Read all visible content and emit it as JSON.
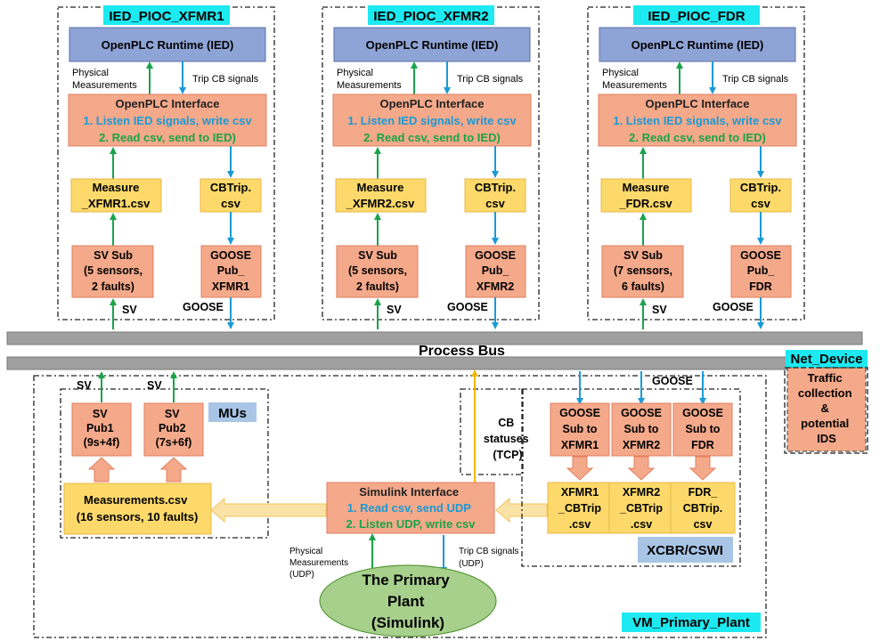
{
  "colors": {
    "blue_box": "#8fa4d6",
    "salmon_box": "#f4a98a",
    "yellow_box": "#fcd96a",
    "cyan_tag": "#1de9f0",
    "lightblue_tag": "#a8c5e6",
    "green_arrow": "#1aa34a",
    "blue_arrow": "#1a9ad6",
    "bus_gray": "#a0a0a0",
    "plant_green": "#a8d08d",
    "text_blue": "#1a9ad6",
    "text_green": "#1aa34a"
  },
  "ieds": [
    {
      "tag": "IED_PIOC_XFMR1",
      "runtime": "OpenPLC Runtime (IED)",
      "phys_label": [
        "Physical",
        "Measurements"
      ],
      "trip_label": "Trip CB signals",
      "interface_title": "OpenPLC Interface",
      "interface_line1": "1. Listen IED signals, write csv",
      "interface_line2": "2. Read csv, send to IED)",
      "measure": [
        "Measure",
        "_XFMR1.csv"
      ],
      "cbtrip": [
        "CBTrip.",
        "csv"
      ],
      "svsub": [
        "SV Sub",
        "(5 sensors,",
        "2 faults)"
      ],
      "goosepub": [
        "GOOSE",
        "Pub_",
        "XFMR1"
      ],
      "sv_label": "SV",
      "goose_label": "GOOSE"
    },
    {
      "tag": "IED_PIOC_XFMR2",
      "runtime": "OpenPLC Runtime (IED)",
      "phys_label": [
        "Physical",
        "Measurements"
      ],
      "trip_label": "Trip CB signals",
      "interface_title": "OpenPLC Interface",
      "interface_line1": "1. Listen IED signals, write csv",
      "interface_line2": "2. Read csv, send to IED)",
      "measure": [
        "Measure",
        "_XFMR2.csv"
      ],
      "cbtrip": [
        "CBTrip.",
        "csv"
      ],
      "svsub": [
        "SV Sub",
        "(5 sensors,",
        "2 faults)"
      ],
      "goosepub": [
        "GOOSE",
        "Pub_",
        "XFMR2"
      ],
      "sv_label": "SV",
      "goose_label": "GOOSE"
    },
    {
      "tag": "IED_PIOC_FDR",
      "runtime": "OpenPLC Runtime (IED)",
      "phys_label": [
        "Physical",
        "Measurements"
      ],
      "trip_label": "Trip CB signals",
      "interface_title": "OpenPLC Interface",
      "interface_line1": "1. Listen IED signals, write csv",
      "interface_line2": "2. Read csv, send to IED)",
      "measure": [
        "Measure",
        "_FDR.csv"
      ],
      "cbtrip": [
        "CBTrip.",
        "csv"
      ],
      "svsub": [
        "SV Sub",
        "(7 sensors,",
        "6 faults)"
      ],
      "goosepub": [
        "GOOSE",
        "Pub_",
        "FDR"
      ],
      "sv_label": "SV",
      "goose_label": "GOOSE"
    }
  ],
  "process_bus": "Process Bus",
  "net_device": {
    "tag": "Net_Device",
    "box": [
      "Traffic",
      "collection",
      "&",
      "potential",
      "IDS"
    ]
  },
  "mus": {
    "tag": "MUs",
    "sv_labels": [
      "SV",
      "SV"
    ],
    "pub1": [
      "SV",
      "Pub1",
      "(9s+4f)"
    ],
    "pub2": [
      "SV",
      "Pub2",
      "(7s+6f)"
    ],
    "measurements": [
      "Measurements.csv",
      "(16 sensors, 10 faults)"
    ]
  },
  "cb_status": [
    "CB",
    "statuses",
    "(TCP)"
  ],
  "goose_subs": {
    "label": "GOOSE",
    "subs": [
      [
        "GOOSE",
        "Sub to",
        "XFMR1"
      ],
      [
        "GOOSE",
        "Sub to",
        "XFMR2"
      ],
      [
        "GOOSE",
        "Sub to",
        "FDR"
      ]
    ],
    "cbtrips": [
      [
        "XFMR1",
        "_CBTrip",
        ".csv"
      ],
      [
        "XFMR2",
        "_CBTrip",
        ".csv"
      ],
      [
        "FDR_",
        "CBTrip.",
        "csv"
      ]
    ],
    "tag": "XCBR/CSWI"
  },
  "simulink": {
    "title": "Simulink Interface",
    "line1": "1. Read csv, send UDP",
    "line2": "2. Listen UDP, write csv",
    "phys_label": [
      "Physical",
      "Measurements",
      "(UDP)"
    ],
    "trip_label": [
      "Trip CB signals",
      "(UDP)"
    ]
  },
  "plant": [
    "The Primary",
    "Plant",
    "(Simulink)"
  ],
  "vm_tag": "VM_Primary_Plant"
}
